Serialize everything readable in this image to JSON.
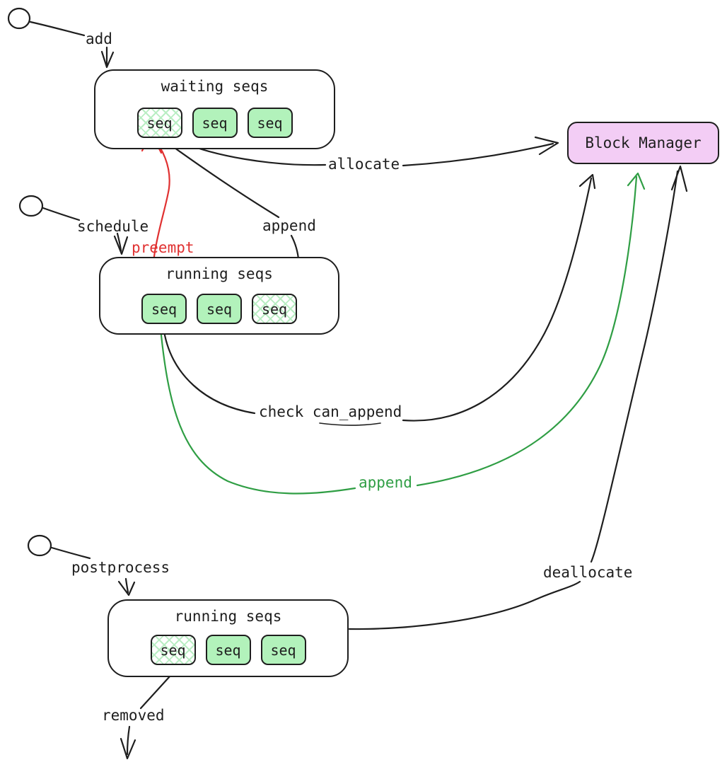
{
  "colors": {
    "stroke": "#1e1e1e",
    "preempt_red": "#e03131",
    "append_green": "#2f9e44",
    "seq_fill": "#b2f2bb",
    "block_manager_fill": "#f3cdf5"
  },
  "entries": {
    "add": "add",
    "schedule": "schedule",
    "postprocess": "postprocess"
  },
  "boxes": {
    "waiting": {
      "title": "waiting seqs",
      "seqs": [
        "seq",
        "seq",
        "seq"
      ]
    },
    "running": {
      "title": "running seqs",
      "seqs": [
        "seq",
        "seq",
        "seq"
      ]
    },
    "running2": {
      "title": "running seqs",
      "seqs": [
        "seq",
        "seq",
        "seq"
      ]
    },
    "block_manager": {
      "label": "Block Manager"
    }
  },
  "edges": {
    "allocate": "allocate",
    "append_from_waiting": "append",
    "preempt": "preempt",
    "check_can_append": "check can_append",
    "append_from_running": "append",
    "deallocate": "deallocate",
    "removed": "removed"
  }
}
